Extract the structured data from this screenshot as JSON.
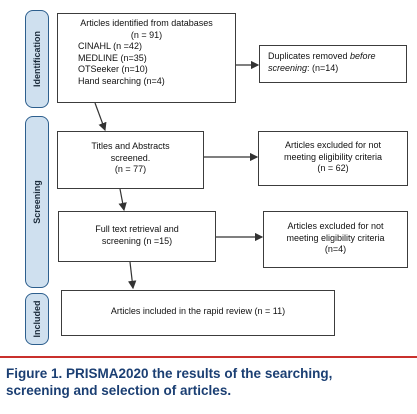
{
  "stages": {
    "identification": "Identification",
    "screening": "Screening",
    "included": "Included"
  },
  "identified": {
    "line1": "Articles identified from databases",
    "line2": "(n = 91)",
    "cinahl": "CINAHL (n =42)",
    "medline": "MEDLINE (n=35)",
    "otseeker": "OTSeeker (n=10)",
    "hand": "Hand searching (n=4)"
  },
  "duplicates": {
    "prefix": "Duplicates removed ",
    "italic": "before screening",
    "suffix": ": (n=14)"
  },
  "screened": {
    "line1": "Titles and Abstracts",
    "line2": "screened.",
    "line3": "(n = 77)"
  },
  "excluded1": {
    "line1": "Articles excluded for not",
    "line2": "meeting eligibility criteria",
    "line3": "(n = 62)"
  },
  "fulltext": {
    "line1": "Full text retrieval and",
    "line2": "screening (n =15)"
  },
  "excluded2": {
    "line1": "Articles excluded for not",
    "line2": "meeting eligibility criteria",
    "line3": "(n=4)"
  },
  "included_box": {
    "text": "Articles included in the rapid review (n = 11)"
  },
  "caption": {
    "line1": "Figure 1. PRISMA2020 the results of the searching,",
    "line2": "screening and selection of articles."
  }
}
